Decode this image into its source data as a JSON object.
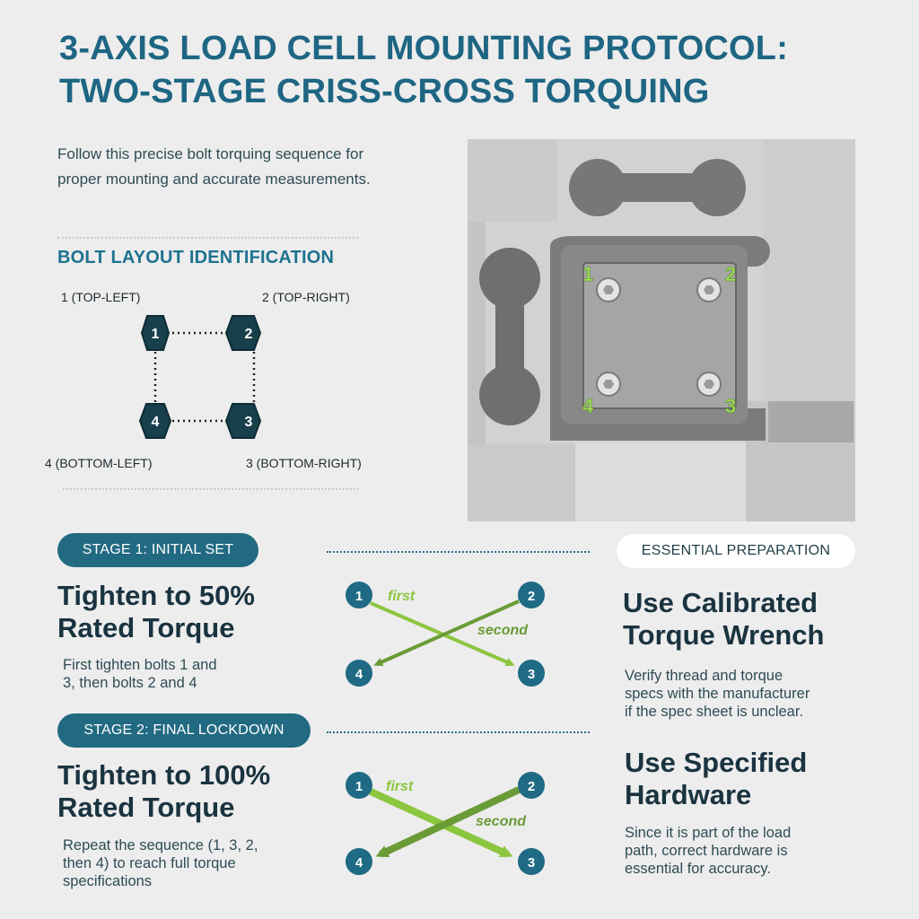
{
  "header": {
    "title_line1": "3-AXIS LOAD CELL MOUNTING PROTOCOL:",
    "title_line2": "TWO-STAGE CRISS-CROSS TORQUING"
  },
  "intro": "Follow this precise bolt torquing sequence for proper mounting and accurate measurements.",
  "bolt_layout": {
    "heading": "BOLT LAYOUT IDENTIFICATION",
    "labels": {
      "b1": "1 (TOP-LEFT)",
      "b2": "2 (TOP-RIGHT)",
      "b3": "3 (BOTTOM-RIGHT)",
      "b4": "4 (BOTTOM-LEFT)"
    },
    "nums": {
      "b1": "1",
      "b2": "2",
      "b3": "3",
      "b4": "4"
    }
  },
  "photo": {
    "bolt_numbers": {
      "b1": "1",
      "b2": "2",
      "b3": "3",
      "b4": "4"
    }
  },
  "stage1": {
    "pill": "STAGE 1: INITIAL SET",
    "heading_line1": "Tighten to 50%",
    "heading_line2": "Rated Torque",
    "body_line1": "First tighten bolts 1 and",
    "body_line2": "3, then bolts 2 and 4",
    "seq": {
      "n1": "1",
      "n2": "2",
      "n3": "3",
      "n4": "4",
      "first": "first",
      "second": "second"
    }
  },
  "stage2": {
    "pill": "STAGE 2: FINAL LOCKDOWN",
    "heading_line1": "Tighten to 100%",
    "heading_line2": "Rated Torque",
    "body_line1": "Repeat the sequence (1, 3, 2,",
    "body_line2": "then 4) to reach full torque",
    "body_line3": "specifications",
    "seq": {
      "n1": "1",
      "n2": "2",
      "n3": "3",
      "n4": "4",
      "first": "first",
      "second": "second"
    }
  },
  "prep": {
    "pill": "ESSENTIAL PREPARATION",
    "item1": {
      "heading_line1": "Use Calibrated",
      "heading_line2": "Torque Wrench",
      "body_line1": "Verify thread and torque",
      "body_line2": "specs with the manufacturer",
      "body_line3": "if the spec sheet is unclear."
    },
    "item2": {
      "heading_line1": "Use Specified",
      "heading_line2": "Hardware",
      "body_line1": "Since it is part of the load",
      "body_line2": "path, correct hardware is",
      "body_line3": "essential for accuracy."
    }
  },
  "colors": {
    "title": "#1e6683",
    "pill": "#216a82",
    "hex": "#183f4c",
    "arrow_green": "#8cc63f",
    "arrow_dark_green": "#6a9b36",
    "photo_numbers": "#9edb58"
  }
}
